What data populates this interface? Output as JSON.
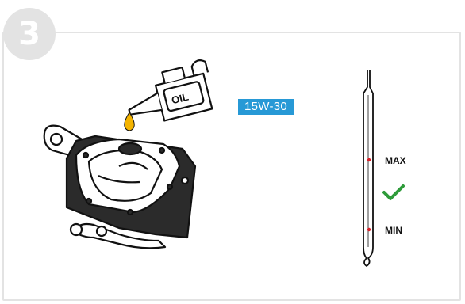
{
  "step": {
    "number": "3"
  },
  "oil": {
    "grade": "15W-30",
    "can_label": "OIL"
  },
  "dipstick": {
    "max_label": "MAX",
    "min_label": "MIN",
    "ok_color": "#2e9b3a",
    "mark_color": "#d9222a"
  },
  "colors": {
    "tag_bg": "#2799d6",
    "drop": "#f4b400",
    "frame": "#e3e3e3"
  }
}
